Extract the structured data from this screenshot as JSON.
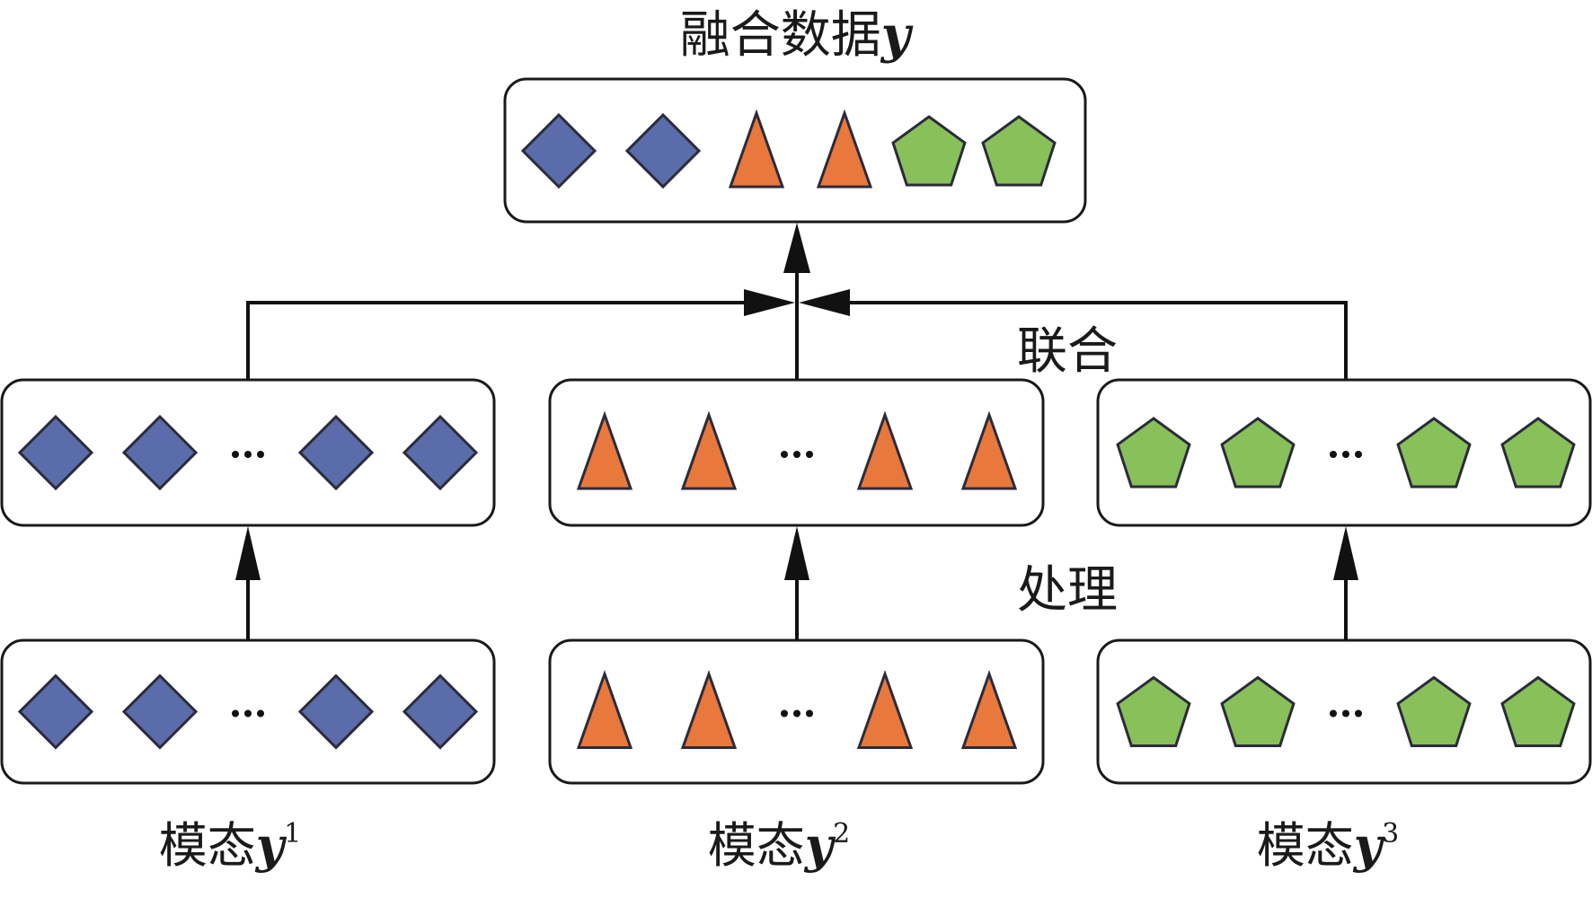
{
  "title": {
    "text": "融合数据",
    "var": "y"
  },
  "fused_shapes": [
    "diamond",
    "diamond",
    "triangle",
    "triangle",
    "pentagon",
    "pentagon"
  ],
  "labels": {
    "join": "联合",
    "process": "处理",
    "ellipsis": "…"
  },
  "modalities": [
    {
      "label": "模态",
      "var": "y",
      "sup": "1",
      "shape": "diamond"
    },
    {
      "label": "模态",
      "var": "y",
      "sup": "2",
      "shape": "triangle"
    },
    {
      "label": "模态",
      "var": "y",
      "sup": "3",
      "shape": "pentagon"
    }
  ],
  "colors": {
    "diamond": "#5a6daa",
    "triangle": "#e8783c",
    "pentagon": "#88c05a",
    "stroke": "#2b2b3b",
    "line": "#111111"
  }
}
